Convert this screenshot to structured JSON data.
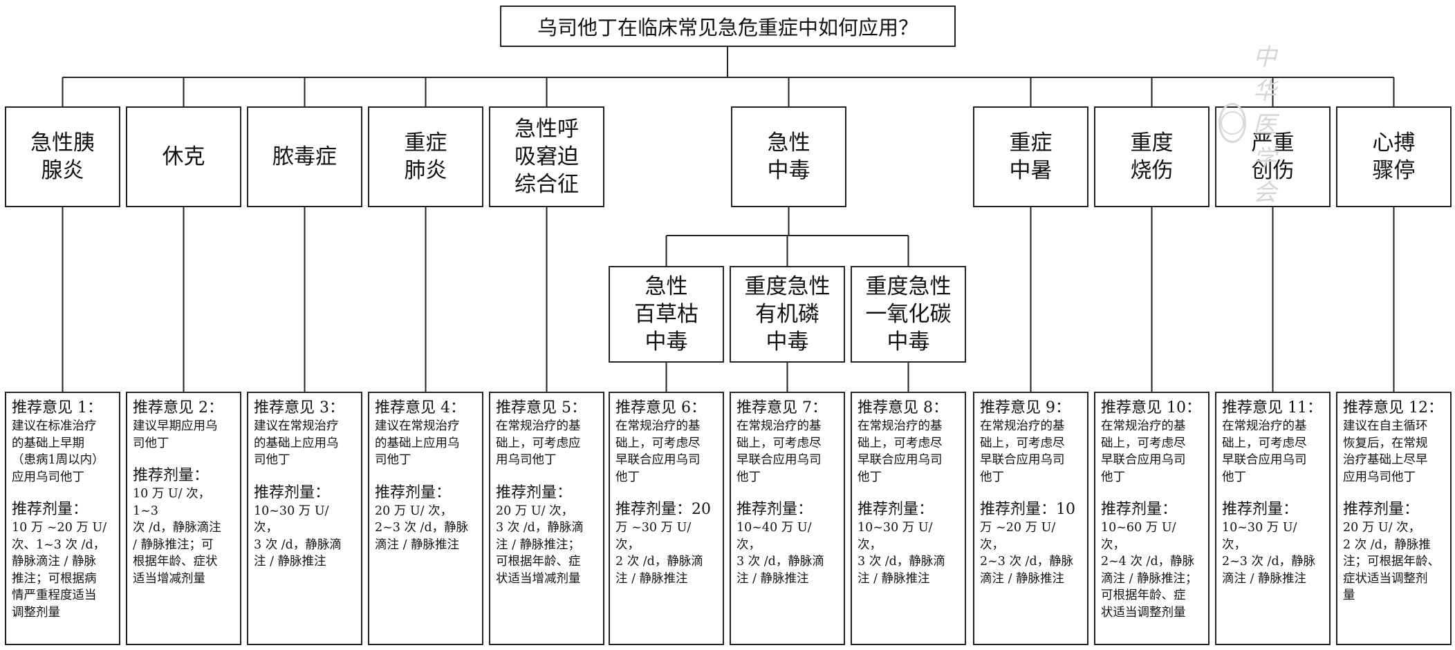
{
  "title": "乌司他丁在临床常见急危重症中如何应用？",
  "watermark": "中华医学会",
  "categories": [
    {
      "lines": [
        "急性胰",
        "腺炎"
      ]
    },
    {
      "lines": [
        "休克"
      ]
    },
    {
      "lines": [
        "脓毒症"
      ]
    },
    {
      "lines": [
        "重症",
        "肺炎"
      ]
    },
    {
      "lines": [
        "急性呼",
        "吸窘迫",
        "综合征"
      ]
    },
    {
      "lines": [
        "急性",
        "中毒"
      ]
    },
    {
      "lines": [
        "重症",
        "中暑"
      ]
    },
    {
      "lines": [
        "重度",
        "烧伤"
      ]
    },
    {
      "lines": [
        "严重",
        "创伤"
      ]
    },
    {
      "lines": [
        "心搏",
        "骤停"
      ]
    }
  ],
  "subcategories": [
    {
      "lines": [
        "急性",
        "百草枯",
        "中毒"
      ]
    },
    {
      "lines": [
        "重度急性",
        "有机磷",
        "中毒"
      ]
    },
    {
      "lines": [
        "重度急性",
        "一氧化碳",
        "中毒"
      ]
    }
  ],
  "recommendations": [
    {
      "heading": "推荐意见 1：",
      "text": [
        "建议在标准治疗",
        "的基础上早期",
        "（患病1周以内）",
        "应用乌司他丁"
      ],
      "dose_heading": "推荐剂量：",
      "dose": [
        "10 万 ~20 万 U/",
        "次、1~3 次 /d，",
        "静脉滴注 / 静脉",
        "推注；可根据病",
        "情严重程度适当",
        "调整剂量"
      ]
    },
    {
      "heading": "推荐意见 2：",
      "text": [
        "建议早期应用乌",
        "司他丁"
      ],
      "dose_heading": "推荐剂量：",
      "dose": [
        "10 万 U/ 次，1~3",
        "次 /d，静脉滴注",
        "/ 静脉推注；可",
        "根据年龄、症状",
        "适当增减剂量"
      ]
    },
    {
      "heading": "推荐意见 3：",
      "text": [
        "建议在常规治疗",
        "的基础上应用乌",
        "司他丁"
      ],
      "dose_heading": "推荐剂量：",
      "dose": [
        "10~30 万 U/ 次，",
        "3 次 /d，静脉滴",
        "注 / 静脉推注"
      ]
    },
    {
      "heading": "推荐意见 4：",
      "text": [
        "建议在常规治疗",
        "的基础上应用乌",
        "司他丁"
      ],
      "dose_heading": "推荐剂量：",
      "dose": [
        "20 万 U/ 次，",
        "2~3 次 /d，静脉",
        "滴注 / 静脉推注"
      ]
    },
    {
      "heading": "推荐意见 5：",
      "text": [
        "在常规治疗的基",
        "础上，可考虑应",
        "用乌司他丁"
      ],
      "dose_heading": "推荐剂量：",
      "dose": [
        "20 万 U/ 次，",
        "3 次 /d，静脉滴",
        "注 / 静脉推注；",
        "可根据年龄、症",
        "状适当增减剂量"
      ]
    },
    {
      "heading": "推荐意见 6：",
      "text": [
        "在常规治疗的基",
        "础上，可考虑尽",
        "早联合应用乌司",
        "他丁"
      ],
      "dose_heading": "推荐剂量：20",
      "dose": [
        "万 ~30 万 U/ 次，",
        "2 次 /d，静脉滴",
        "注 / 静脉推注"
      ]
    },
    {
      "heading": "推荐意见 7：",
      "text": [
        "在常规治疗的基",
        "础上，可考虑尽",
        "早联合应用乌司",
        "他丁"
      ],
      "dose_heading": "推荐剂量：",
      "dose": [
        "10~40 万 U/ 次，",
        "3 次 /d，静脉滴",
        "注 / 静脉推注"
      ]
    },
    {
      "heading": "推荐意见 8：",
      "text": [
        "在常规治疗的基",
        "础上，可考虑尽",
        "早联合应用乌司",
        "他丁"
      ],
      "dose_heading": "推荐剂量：",
      "dose": [
        "10~30 万 U/ 次，",
        "3 次 /d，静脉滴",
        "注 / 静脉推注"
      ]
    },
    {
      "heading": "推荐意见 9：",
      "text": [
        "在常规治疗的基",
        "础上，可考虑尽",
        "早联合应用乌司",
        "他丁"
      ],
      "dose_heading": "推荐剂量：10",
      "dose": [
        "万 ~20 万 U/ 次，",
        "2~3 次 /d，静脉",
        "滴注 / 静脉推注"
      ]
    },
    {
      "heading": "推荐意见 10：",
      "text": [
        "在常规治疗的基",
        "础上，可考虑尽",
        "早联合应用乌司",
        "他丁"
      ],
      "dose_heading": "推荐剂量：",
      "dose": [
        "10~60 万 U/ 次，",
        "2~4 次 /d，静脉",
        "滴注 / 静脉推注；",
        "可根据年龄、症",
        "状适当调整剂量"
      ]
    },
    {
      "heading": "推荐意见 11：",
      "text": [
        "在常规治疗的基",
        "础上，可考虑尽",
        "早联合应用乌司",
        "他丁"
      ],
      "dose_heading": "推荐剂量：",
      "dose": [
        "10~30 万 U/ 次，",
        "2~3 次 /d，静脉",
        "滴注 / 静脉推注"
      ]
    },
    {
      "heading": "推荐意见 12：",
      "text": [
        "建议在自主循环",
        "恢复后，在常规",
        "治疗基础上尽早",
        "应用乌司他丁"
      ],
      "dose_heading": "推荐剂量：",
      "dose": [
        "20 万 U/ 次，",
        "2 次 /d，静脉推",
        "注；可根据年龄、",
        "症状适当调整剂",
        "量"
      ]
    }
  ]
}
